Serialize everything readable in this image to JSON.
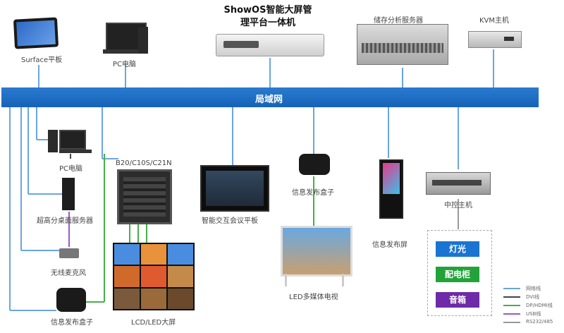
{
  "title_line1": "ShowOS智能大屏管",
  "title_line2": "理平台一体机",
  "lan": "局域网",
  "devices": {
    "surface": "Surface平板",
    "pc_top": "PC电脑",
    "storage_server": "储存分析服务器",
    "kvm": "KVM主机",
    "pc_left": "PC电脑",
    "controller_model": "B20/C10S/C21N",
    "super_server": "超高分桌面服务器",
    "wireless_mic": "无线麦克风",
    "info_box_left": "信息发布盒子",
    "lcd_wall": "LCD/LED大屏",
    "smart_panel": "智能交互会议平板",
    "info_box_mid": "信息发布盒子",
    "led_tv": "LED多媒体电视",
    "info_screen": "信息发布屏",
    "central_control": "中控主机"
  },
  "controls": [
    "灯光",
    "配电柜",
    "音箱"
  ],
  "control_colors": [
    "#1a74d2",
    "#22a33a",
    "#6e2aa8"
  ],
  "legend": [
    {
      "label": "网络线",
      "color": "#6aa6e0"
    },
    {
      "label": "DVI线",
      "color": "#444444"
    },
    {
      "label": "DP/HDMI线",
      "color": "#44b04a"
    },
    {
      "label": "USB线",
      "color": "#9c59c4"
    },
    {
      "label": "RS232/485",
      "color": "#9a9a9a"
    }
  ]
}
